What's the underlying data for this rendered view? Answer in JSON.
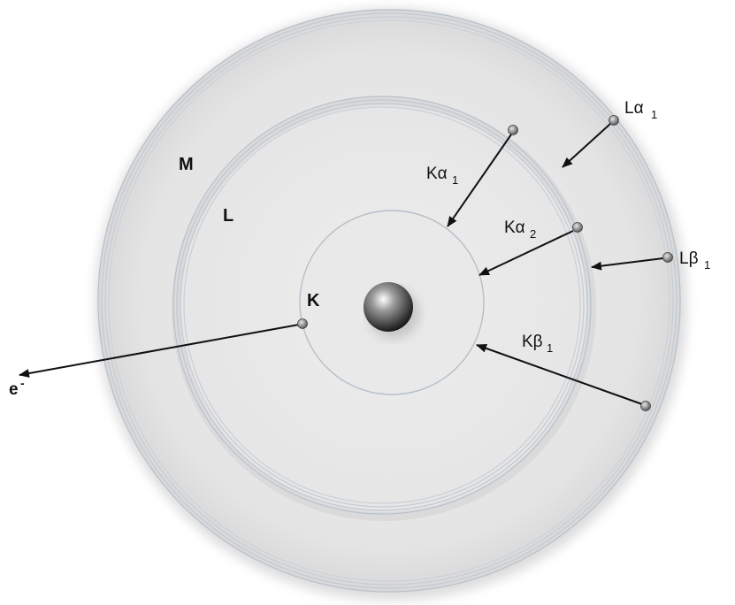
{
  "shells": {
    "k_label": "K",
    "l_label": "L",
    "m_label": "M"
  },
  "emissions": {
    "ka1": {
      "symbol": "Kα",
      "sub": "1"
    },
    "ka2": {
      "symbol": "Kα",
      "sub": "2"
    },
    "kb1": {
      "symbol": "Kβ",
      "sub": "1"
    },
    "la1": {
      "symbol": "Lα",
      "sub": "1"
    },
    "lb1": {
      "symbol": "Lβ",
      "sub": "1"
    }
  },
  "ejected": {
    "symbol": "e",
    "sup": "-"
  }
}
